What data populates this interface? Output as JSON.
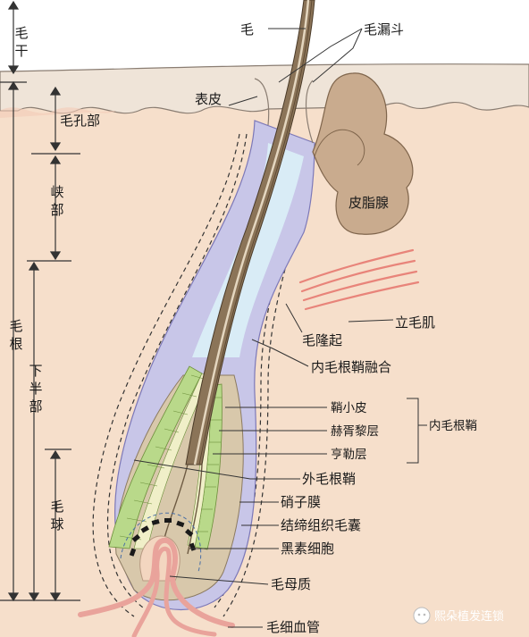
{
  "colors": {
    "skin": "#f6dfcb",
    "skin_surface": "#efe4d8",
    "root_sheath": "#c8c6e8",
    "sheath_light": "#d9ecf6",
    "hair_shaft": "#8b7458",
    "gland": "#c9ab8e",
    "muscle": "#e8847a",
    "vessel": "#e9a39b",
    "matrix": "#d8c8ab",
    "green_layer": "#b9d98a"
  },
  "labels": {
    "hair": "毛",
    "hair_shaft_region": "毛干",
    "infundibulum": "毛漏斗",
    "epidermis": "表皮",
    "ostium": "毛孔部",
    "isthmus": "峡部",
    "sebaceous_gland": "皮脂腺",
    "root": "毛根",
    "arrector_pili": "立毛肌",
    "bulge": "毛隆起",
    "inner_sheath_fusion": "内毛根鞘融合",
    "lower_part": "下半部",
    "cuticle": "鞘小皮",
    "huxley_layer": "赫胥黎层",
    "henle_layer": "亨勒层",
    "inner_root_sheath": "内毛根鞘",
    "outer_root_sheath": "外毛根鞘",
    "vitreous_membrane": "硝子膜",
    "connective_tissue_sheath": "结缔组织毛囊",
    "bulb": "毛球",
    "melanocytes": "黑素细胞",
    "matrix": "毛母质",
    "capillary": "毛细血管"
  },
  "watermark": {
    "text": "熙朵植发连锁",
    "icon": "wechat-icon"
  }
}
